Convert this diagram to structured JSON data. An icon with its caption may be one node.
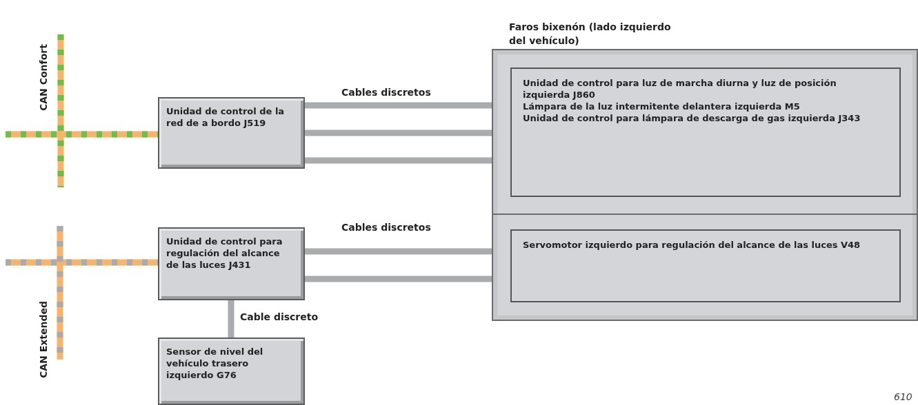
{
  "diagram": {
    "nodes": [
      {
        "text": [
          "Faros bixenón (lado izquierdo del vehículo)"
        ]
      },
      {
        "text": [
          "Unidad de control para luz de marcha diurna y luz de posición izquierda J860",
          "Lámpara de la luz intermitente delantera izquierda M5",
          "Unidad de control para lámpara de descarga de gas izquierda J343"
        ],
        "in": 0
      },
      {
        "text": [
          "Servomotor izquierdo para regulación del alcance de las luces V48"
        ],
        "in": 0
      },
      {
        "text": [
          "Unidad de control de la red de a bordo J519"
        ]
      },
      {
        "text": [
          "Unidad de control para regulación del alcance de las luces J431"
        ]
      },
      {
        "text": [
          "Sensor de nivel del vehículo trasero izquierdo G76"
        ]
      }
    ],
    "edges": [
      {
        "from": null,
        "to": 3,
        "arrow": "none",
        "color": "#f7b46c"
      },
      {
        "from": null,
        "to": 4,
        "arrow": "none",
        "color": "#f7b46c"
      },
      {
        "from": 3,
        "to": 1,
        "arrow": "none",
        "label": "Cables discretos"
      },
      {
        "from": 3,
        "to": 1,
        "arrow": "none"
      },
      {
        "from": 3,
        "to": 1,
        "arrow": "none"
      },
      {
        "from": 4,
        "to": 2,
        "arrow": "none",
        "label": "Cables discretos"
      },
      {
        "from": 4,
        "to": 2,
        "arrow": "none"
      },
      {
        "from": 4,
        "to": 5,
        "arrow": "none",
        "label": "Cable discreto"
      }
    ],
    "labels": [
      "CAN Confort",
      "CAN Extended",
      "610"
    ]
  }
}
